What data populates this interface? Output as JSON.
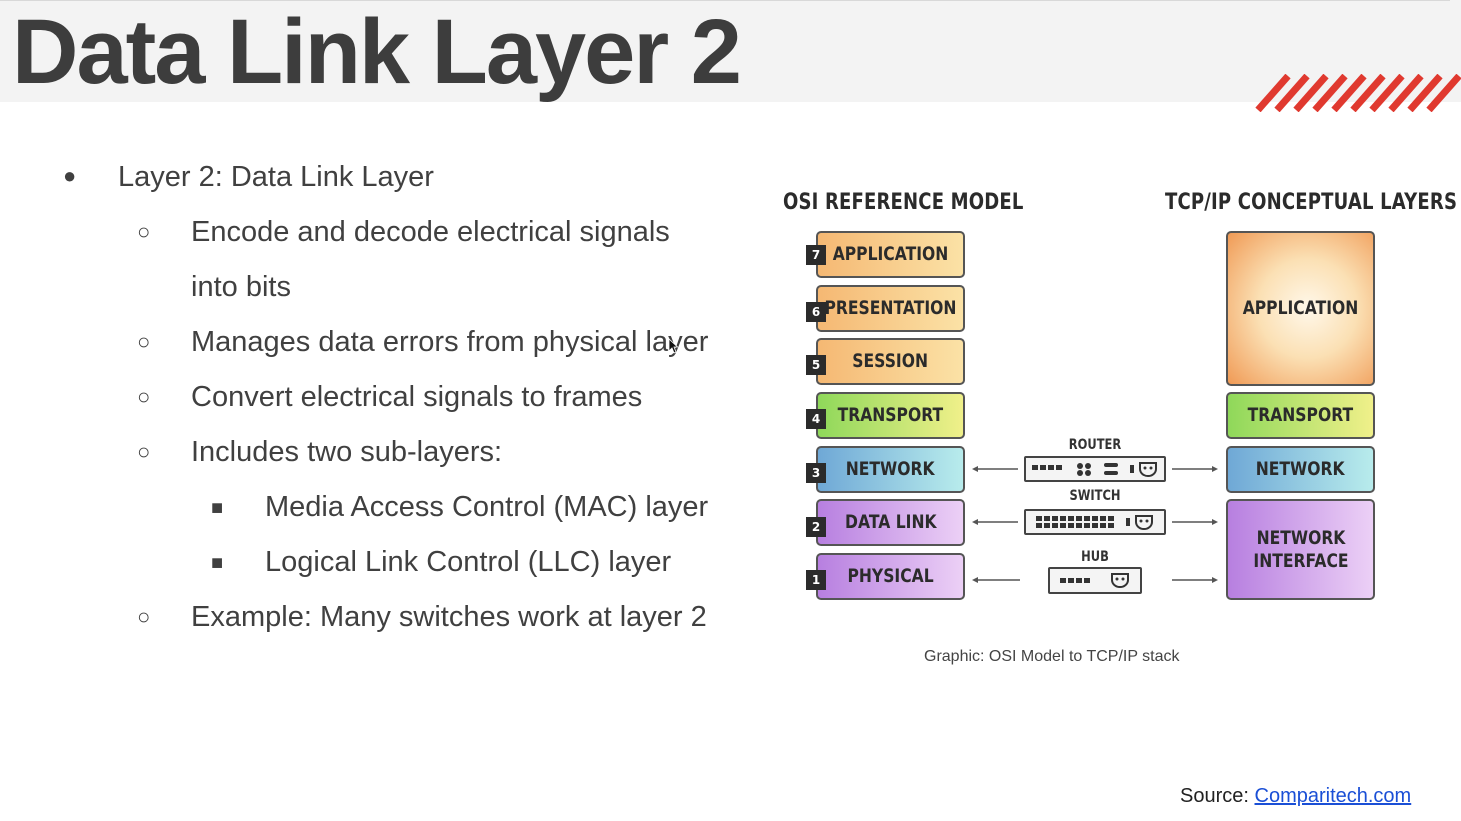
{
  "slide": {
    "title": "Data Link Layer 2",
    "accent_color": "#e0392f"
  },
  "bullets": {
    "l1": "Layer 2: Data Link Layer",
    "items": [
      "Encode and decode electrical signals",
      "into bits",
      "Manages data errors from physical layer",
      "Convert electrical signals to frames",
      "Includes two sub-layers:",
      "Media Access Control (MAC) layer",
      "Logical Link Control (LLC) layer",
      "Example: Many switches work at layer 2"
    ],
    "markers": {
      "disc": "●",
      "circle": "○",
      "square": "■"
    }
  },
  "figure": {
    "osi_title": "OSI REFERENCE MODEL",
    "tcp_title": "TCP/IP CONCEPTUAL LAYERS",
    "osi_layers": [
      {
        "num": "7",
        "name": "APPLICATION"
      },
      {
        "num": "6",
        "name": "PRESENTATION"
      },
      {
        "num": "5",
        "name": "SESSION"
      },
      {
        "num": "4",
        "name": "TRANSPORT"
      },
      {
        "num": "3",
        "name": "NETWORK"
      },
      {
        "num": "2",
        "name": "DATA LINK"
      },
      {
        "num": "1",
        "name": "PHYSICAL"
      }
    ],
    "tcp_layers": [
      {
        "name": "APPLICATION"
      },
      {
        "name": "TRANSPORT"
      },
      {
        "name": "NETWORK"
      },
      {
        "name_line1": "NETWORK",
        "name_line2": "INTERFACE"
      }
    ],
    "devices": {
      "router": "ROUTER",
      "switch": "SWITCH",
      "hub": "HUB"
    },
    "caption": "Graphic: OSI Model to TCP/IP stack"
  },
  "source": {
    "label": "Source:",
    "link": "Comparitech.com"
  }
}
